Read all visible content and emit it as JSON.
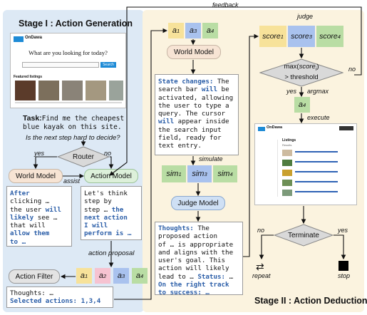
{
  "stage1": {
    "title": "Stage I : Action Generation"
  },
  "stage2": {
    "title": "Stage II : Action Deduction"
  },
  "feedback_label": "feedback",
  "screenshot": {
    "brand": "OnDawa",
    "heading": "What are you looking for today?",
    "search_button": "Search",
    "section_title": "Featured listings"
  },
  "task": {
    "label": "Task:",
    "text": "Find me the cheapest\nblue kayak on this site."
  },
  "question": "Is the next step hard to decide?",
  "router": "Router",
  "yes": "yes",
  "no": "no",
  "assist": "assist",
  "world_model": "World Model",
  "action_model": "Action Model",
  "world_text": {
    "l1": "After",
    "l2": "clicking …",
    "l3a": "the user ",
    "l3b": "will",
    "l4a": "likely",
    "l4b": " see …",
    "l5a": "that will",
    "l6a": "allow them",
    "l7a": "to …"
  },
  "action_text": {
    "l1": "Let's think",
    "l2": "step by",
    "l3a": "step … ",
    "l3b": "the",
    "l4": "next action",
    "l5": "I will",
    "l6": "perform is …"
  },
  "action_proposal": "action proposal",
  "action_filter": "Action Filter",
  "filter_text": {
    "l1": "Thoughts: …",
    "l2": "Selected actions: 1,3,4"
  },
  "tokens": {
    "a1": "a",
    "a2": "a",
    "a3": "a",
    "a4": "a",
    "s1": "1",
    "s2": "2",
    "s3": "3",
    "s4": "4"
  },
  "state_text": {
    "l1a": "State changes:",
    "l1b": " The",
    "l2a": "search bar ",
    "l2b": "will",
    "l2c": " be",
    "l3": "activated, allowing",
    "l4": "the user to type a",
    "l5": "query. The cursor",
    "l6a": "will",
    "l6b": " appear inside",
    "l7": "the search input",
    "l8": "field, ready for",
    "l9": "text entry."
  },
  "simulate": "simulate",
  "sim": {
    "name": "sim",
    "s1": "1",
    "s3": "3",
    "s4": "4"
  },
  "judge_model": "Judge Model",
  "judge_text": {
    "l1a": "Thoughts:",
    "l1b": " The",
    "l2": "proposed action",
    "l3": "of … is appropriate",
    "l4": "and aligns with the",
    "l5": "user's goal. This",
    "l6": "action will likely",
    "l7a": "lead to … ",
    "l7b": "Status:",
    "l7c": " …",
    "l8": "On the right track",
    "l9": "to success: …"
  },
  "judge": "judge",
  "score": {
    "name": "score",
    "s1": "1",
    "s3": "3",
    "s4": "4"
  },
  "max_threshold": {
    "l1a": "max(",
    "l1b": "score",
    "l1c": "i",
    "l1d": ")",
    "l2": "> threshold"
  },
  "argmax": "argmax",
  "execute": "execute",
  "chosen": {
    "name": "a",
    "sub": "4"
  },
  "terminate": "Terminate",
  "repeat": "repeat",
  "stop": "stop",
  "result_page": {
    "brand": "OnDawa",
    "listings_title": "Listings",
    "result_count": "Results"
  },
  "colors": {
    "yellow": "#f7e29a",
    "blue": "#a9c2ee",
    "green": "#b9dda4",
    "pink": "#f6c3d1",
    "text_blue": "#2b5ea8"
  }
}
